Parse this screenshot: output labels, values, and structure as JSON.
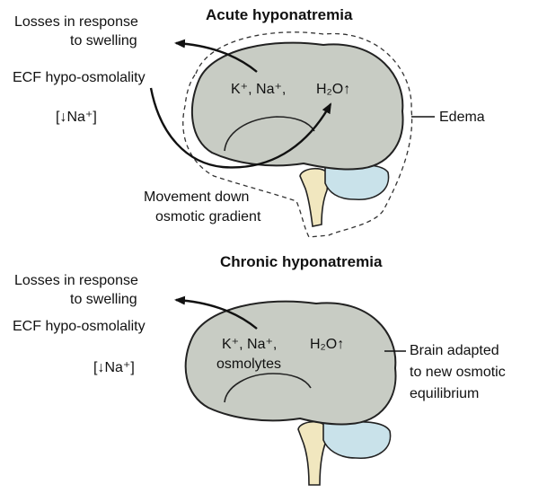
{
  "acute": {
    "title": "Acute hyponatremia",
    "losses_line1": "Losses in response",
    "losses_line2": "to swelling",
    "ecf": "ECF hypo-osmolality",
    "na_bracket": "[↓Na⁺]",
    "ions": "K⁺, Na⁺,",
    "water": "H₂O↑",
    "edema": "Edema",
    "movement_line1": "Movement down",
    "movement_line2": "osmotic gradient"
  },
  "chronic": {
    "title": "Chronic hyponatremia",
    "losses_line1": "Losses in response",
    "losses_line2": "to swelling",
    "ecf": "ECF hypo-osmolality",
    "na_bracket": "[↓Na⁺]",
    "ions_line1": "K⁺, Na⁺,",
    "ions_line2": "osmolytes",
    "water": "H₂O↑",
    "adapted_line1": "Brain adapted",
    "adapted_line2": "to new osmotic",
    "adapted_line3": "equilibrium"
  },
  "colors": {
    "brain": "#c8ccc4",
    "cerebellum": "#c9e2ea",
    "brainstem": "#f1e7bf"
  },
  "icons": {
    "arrowhead": "arrowhead-icon"
  }
}
